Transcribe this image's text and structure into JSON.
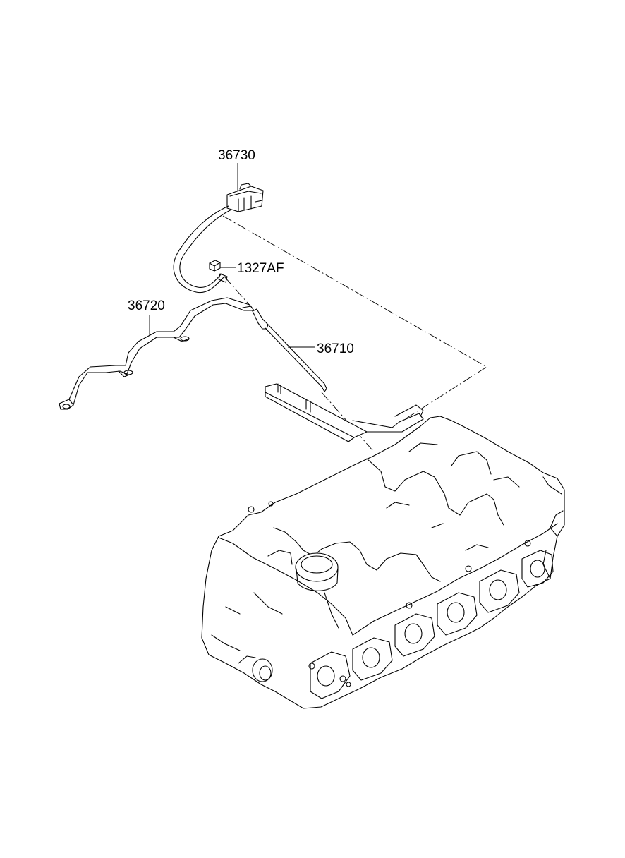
{
  "diagram": {
    "callouts": [
      {
        "id": "36730",
        "label": "36730",
        "part": "glow-plug-harness-connector"
      },
      {
        "id": "1327AF",
        "label": "1327AF",
        "part": "nut"
      },
      {
        "id": "36720",
        "label": "36720",
        "part": "glow-plug-plate"
      },
      {
        "id": "36710",
        "label": "36710",
        "part": "glow-plug"
      }
    ],
    "colors": {
      "line": "#000000",
      "background": "#ffffff"
    }
  }
}
